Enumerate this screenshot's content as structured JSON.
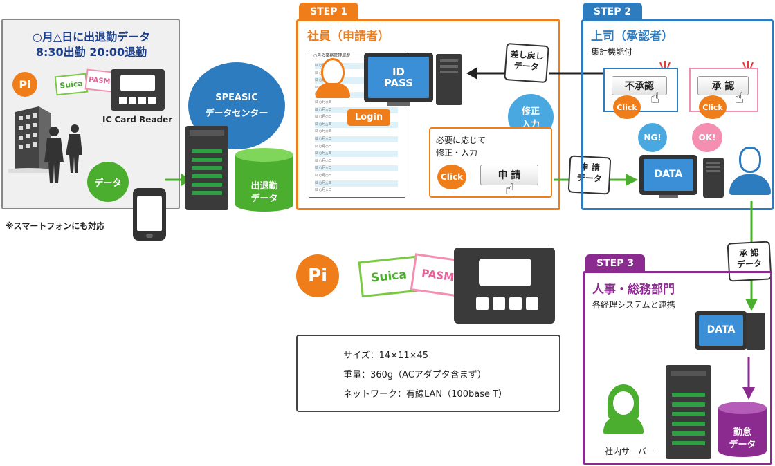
{
  "left_panel": {
    "title_line1": "○月△日に出退勤データ",
    "title_line2": "8:30出勤 20:00退勤",
    "pi_logo": "Pi",
    "suica": "Suica",
    "pasmo": "PASMO",
    "card_reader_label": "IC Card Reader",
    "data_label": "データ",
    "smartphone_note": "※スマートフォンにも対応"
  },
  "datacenter": {
    "label_line1": "SPEASIC",
    "label_line2": "データセンター",
    "db_line1": "出退勤",
    "db_line2": "データ"
  },
  "step1": {
    "tab": "STEP 1",
    "title": "社員（申請者）",
    "monitor_line1": "ID",
    "monitor_line2": "PASS",
    "login": "Login",
    "sashimodoshi_line1": "差し戻し",
    "sashimodoshi_line2": "データ",
    "correction_line1": "修正",
    "correction_line2": "入力",
    "note_line1": "必要に応じて",
    "note_line2": "修正・入力",
    "click": "Click",
    "apply_button": "申 請",
    "doc_title": "○月の業務管理履歴",
    "doc_rows": [
      "○月△日",
      "○月○日",
      "○月△日",
      "○月○日",
      "○月△日",
      "○月○日",
      "○月△日",
      "○月○日",
      "○月△日",
      "○月○日",
      "○月△日",
      "○月○日",
      "○月△日",
      "○月○日",
      "○月△日",
      "○月○日",
      "○月△日",
      "○月×日"
    ]
  },
  "apply_tag": {
    "line1": "申 請",
    "line2": "データ"
  },
  "step2": {
    "tab": "STEP 2",
    "title": "上司（承認者）",
    "subtitle": "集計機能付",
    "reject_button": "不承認",
    "approve_button": "承 認",
    "click": "Click",
    "ng": "NG!",
    "ok": "OK!",
    "monitor": "DATA"
  },
  "approve_tag": {
    "line1": "承 認",
    "line2": "データ"
  },
  "step3": {
    "tab": "STEP 3",
    "title": "人事・総務部門",
    "subtitle": "各経理システムと連携",
    "monitor": "DATA",
    "server_label": "社内サーバー",
    "db_line1": "勤怠",
    "db_line2": "データ"
  },
  "device": {
    "pi_logo": "Pi",
    "suica": "Suica",
    "pasmo": "PASMO",
    "spec_size": "サイズ：14×11×45",
    "spec_weight": "重量：360g（ACアダプタ含まず）",
    "spec_network": "ネットワーク：有線LAN（100base T）"
  },
  "colors": {
    "step1": "#ef7d1a",
    "step2": "#2e7cc0",
    "step3": "#8b2a8f",
    "green": "#4cae2e",
    "blue_circle": "#2e7cc0",
    "light_blue": "#4aa8e0"
  }
}
